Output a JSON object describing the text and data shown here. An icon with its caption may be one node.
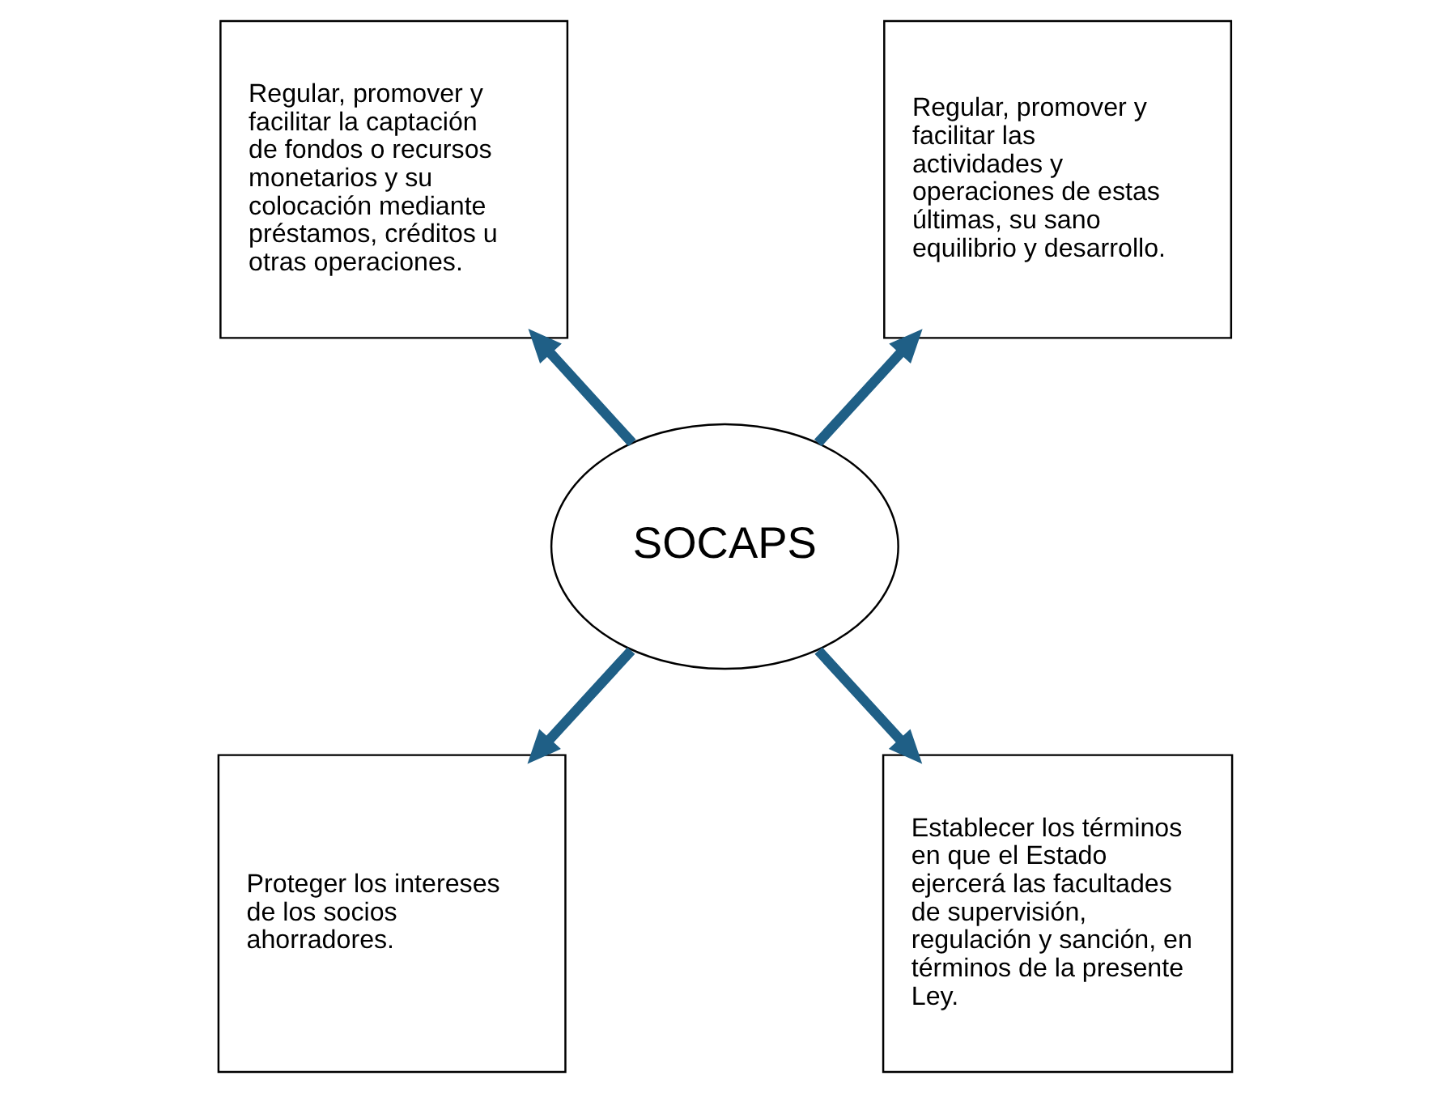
{
  "diagram": {
    "nodes": [
      {
        "text": [
          "Regular, promover y facilitar la captación de fondos o recursos monetarios y su colocación mediante préstamos, créditos u otras operaciones."
        ]
      },
      {
        "text": [
          "Regular, promover y facilitar las actividades y operaciones de estas últimas, su sano equilibrio y desarrollo."
        ]
      },
      {
        "text": [
          "SOCAPS"
        ]
      },
      {
        "text": [
          "Proteger los intereses de los socios ahorradores."
        ]
      },
      {
        "text": [
          "Establecer los términos en que el Estado ejercerá las facultades de supervisión, regulación y sanción, en términos de la presente Ley."
        ]
      }
    ],
    "edges": [
      {
        "from": 2,
        "to": 0,
        "arrow": "to"
      },
      {
        "from": 2,
        "to": 1,
        "arrow": "to"
      },
      {
        "from": 2,
        "to": 3,
        "arrow": "to"
      },
      {
        "from": 2,
        "to": 4,
        "arrow": "to"
      }
    ]
  }
}
